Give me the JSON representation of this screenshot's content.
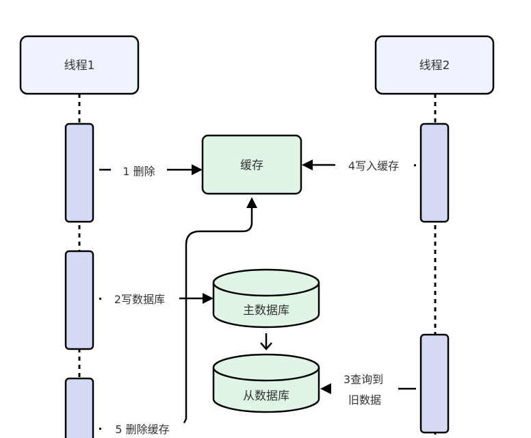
{
  "diagram": {
    "type": "sequence-diagram",
    "colors": {
      "thread_fill": "#eef3fd",
      "activation_fill": "#d4daf3",
      "store_fill": "#e0f5e6",
      "stroke": "#000000",
      "text": "#333333"
    },
    "participants": {
      "thread1": "线程1",
      "thread2": "线程2"
    },
    "nodes": {
      "cache": "缓存",
      "master_db": "主数据库",
      "slave_db": "从数据库"
    },
    "messages": {
      "m1": "1 删除",
      "m2": "2写数据库",
      "m3_line1": "3查询到",
      "m3_line2": "旧数据",
      "m4": "4写入缓存",
      "m5": "5 删除缓存"
    }
  }
}
